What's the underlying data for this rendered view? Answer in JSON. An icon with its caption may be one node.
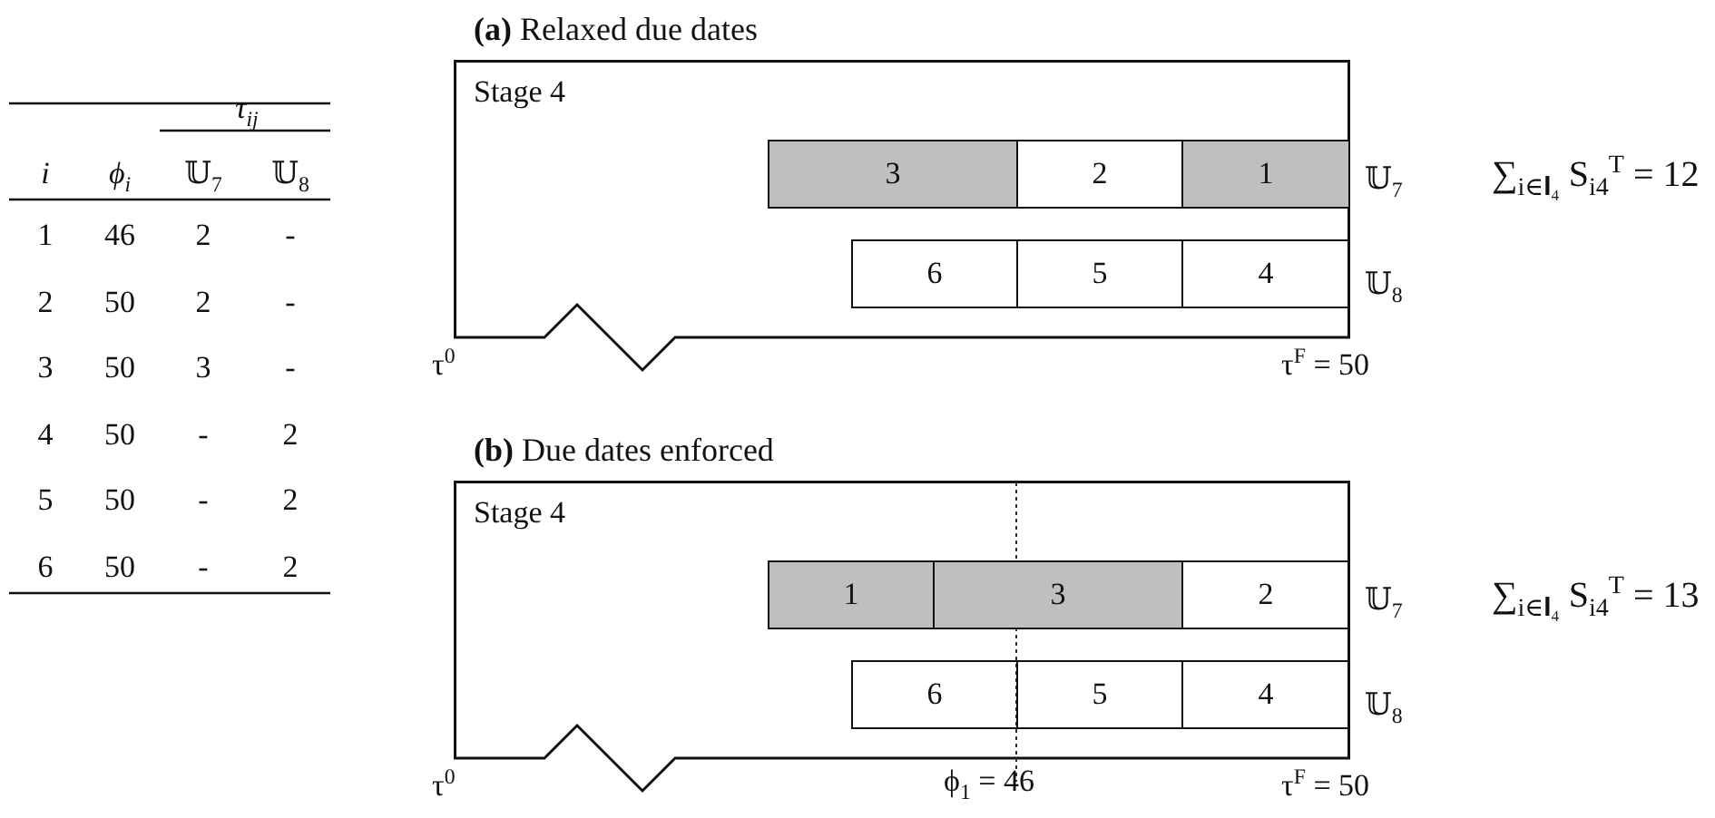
{
  "diagram": {
    "nodes": [
      {
        "text": [
          "**(a)** Relaxed due dates",
          "Stage 4"
        ],
        "beside": [
          "𝕌$_{7}$",
          "𝕌$_{8}$",
          "τ$^{0}$",
          "τ$^{F}$ = 50",
          "∑$_{i∈𝐈₄}$ S$_{i4}$$^{T}$ = 12"
        ]
      },
      {
        "text": [
          "3"
        ],
        "in": 0
      },
      {
        "text": [
          "2"
        ],
        "in": 0
      },
      {
        "text": [
          "1"
        ],
        "in": 0
      },
      {
        "text": [
          "6"
        ],
        "in": 0
      },
      {
        "text": [
          "5"
        ],
        "in": 0
      },
      {
        "text": [
          "4"
        ],
        "in": 0
      },
      {
        "text": [
          "**(b)** Due dates enforced",
          "Stage 4"
        ],
        "beside": [
          "𝕌$_{7}$",
          "𝕌$_{8}$",
          "τ$^{0}$",
          "ϕ$_{1}$ = 46",
          "τ$^{F}$ = 50",
          "∑$_{i∈𝐈₄}$ S$_{i4}$$^{T}$ = 13"
        ]
      },
      {
        "text": [
          "1"
        ],
        "in": 7
      },
      {
        "text": [
          "3"
        ],
        "in": 7
      },
      {
        "text": [
          "2"
        ],
        "in": 7
      },
      {
        "text": [
          "6"
        ],
        "in": 7
      },
      {
        "text": [
          "5"
        ],
        "in": 7
      },
      {
        "text": [
          "4"
        ],
        "in": 7
      }
    ],
    "labels": [
      "τ$_{ij}$",
      "i",
      "ϕ$_{i}$",
      "𝕌$_{7}$",
      "𝕌$_{8}$",
      "1",
      "46",
      "2",
      "-",
      "2",
      "50",
      "2",
      "-",
      "3",
      "50",
      "3",
      "-",
      "4",
      "50",
      "-",
      "2",
      "5",
      "50",
      "-",
      "2",
      "6",
      "50",
      "-",
      "2"
    ]
  }
}
